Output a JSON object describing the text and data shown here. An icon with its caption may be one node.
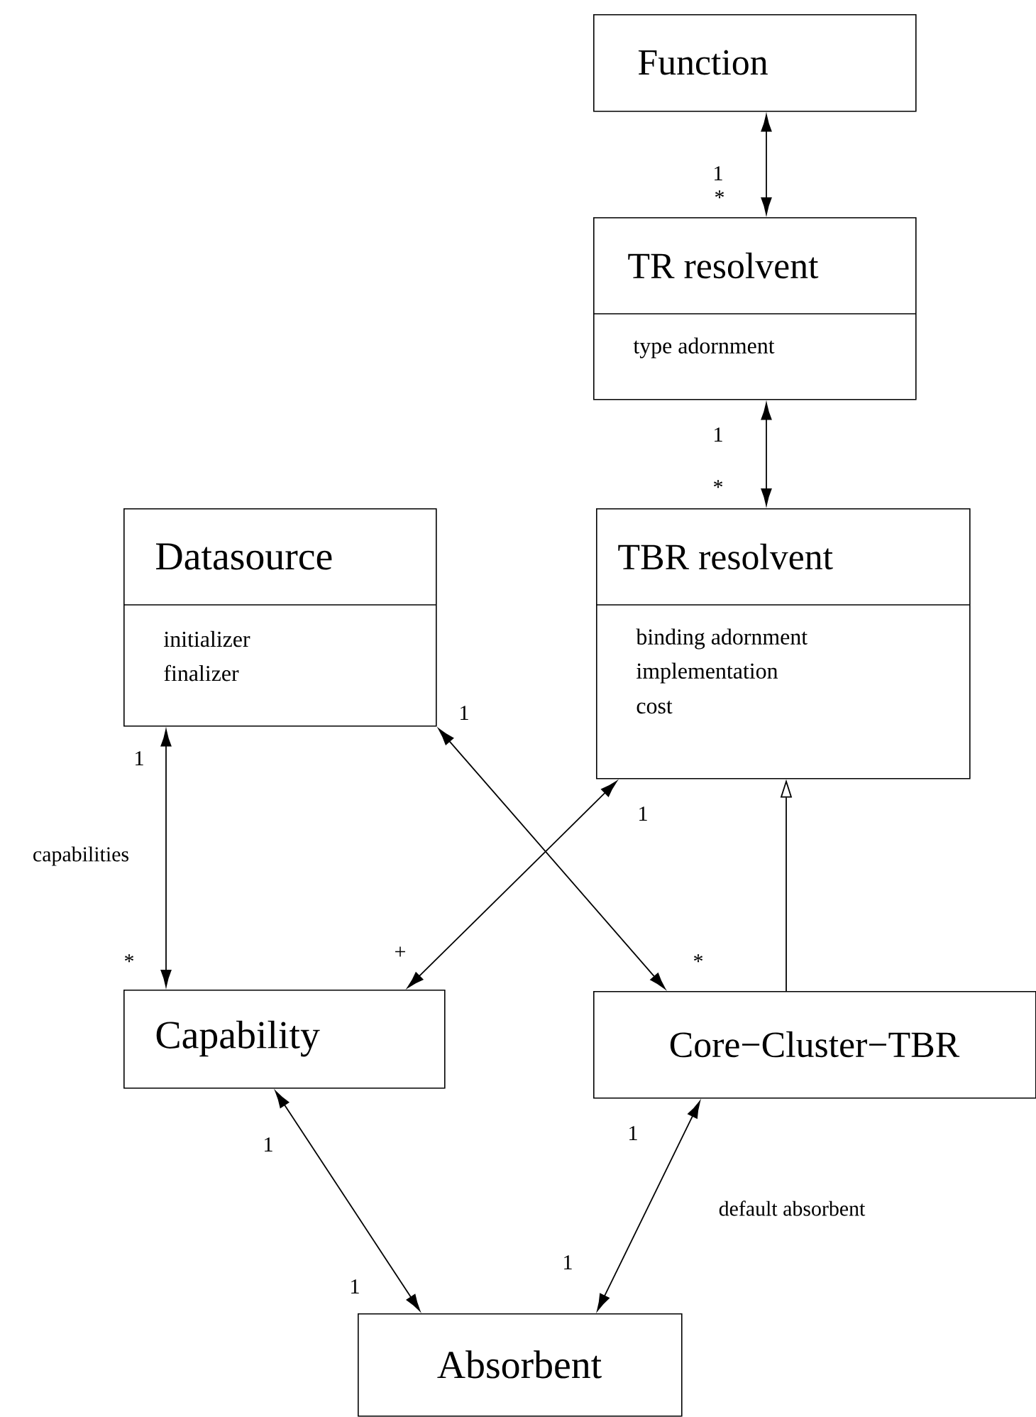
{
  "diagram": {
    "nodes": [
      {
        "text": [
          "Function"
        ]
      },
      {
        "text": [
          "TR resolvent",
          "type adornment"
        ]
      },
      {
        "text": [
          "Datasource",
          "initializer",
          "finalizer"
        ]
      },
      {
        "text": [
          "TBR resolvent",
          "binding adornment",
          "implementation",
          "cost"
        ]
      },
      {
        "text": [
          "Capability"
        ]
      },
      {
        "text": [
          "Core−Cluster−TBR"
        ]
      },
      {
        "text": [
          "Absorbent"
        ]
      }
    ],
    "edges": [
      {
        "from": 0,
        "to": 1,
        "arrow": "both"
      },
      {
        "from": 1,
        "to": 3,
        "arrow": "both"
      },
      {
        "from": 2,
        "to": 4,
        "arrow": "both",
        "label": "capabilities"
      },
      {
        "from": 2,
        "to": 5,
        "arrow": "both"
      },
      {
        "from": 3,
        "to": 4,
        "arrow": "both"
      },
      {
        "from": 5,
        "to": 3,
        "arrow": "to"
      },
      {
        "from": 4,
        "to": 6,
        "arrow": "both"
      },
      {
        "from": 5,
        "to": 6,
        "arrow": "both",
        "label": "default absorbent"
      }
    ],
    "labels": [
      "1",
      "*",
      "1",
      "*",
      "1",
      "1",
      "1",
      "*",
      "+",
      "*",
      "1",
      "1",
      "1",
      "1"
    ]
  }
}
